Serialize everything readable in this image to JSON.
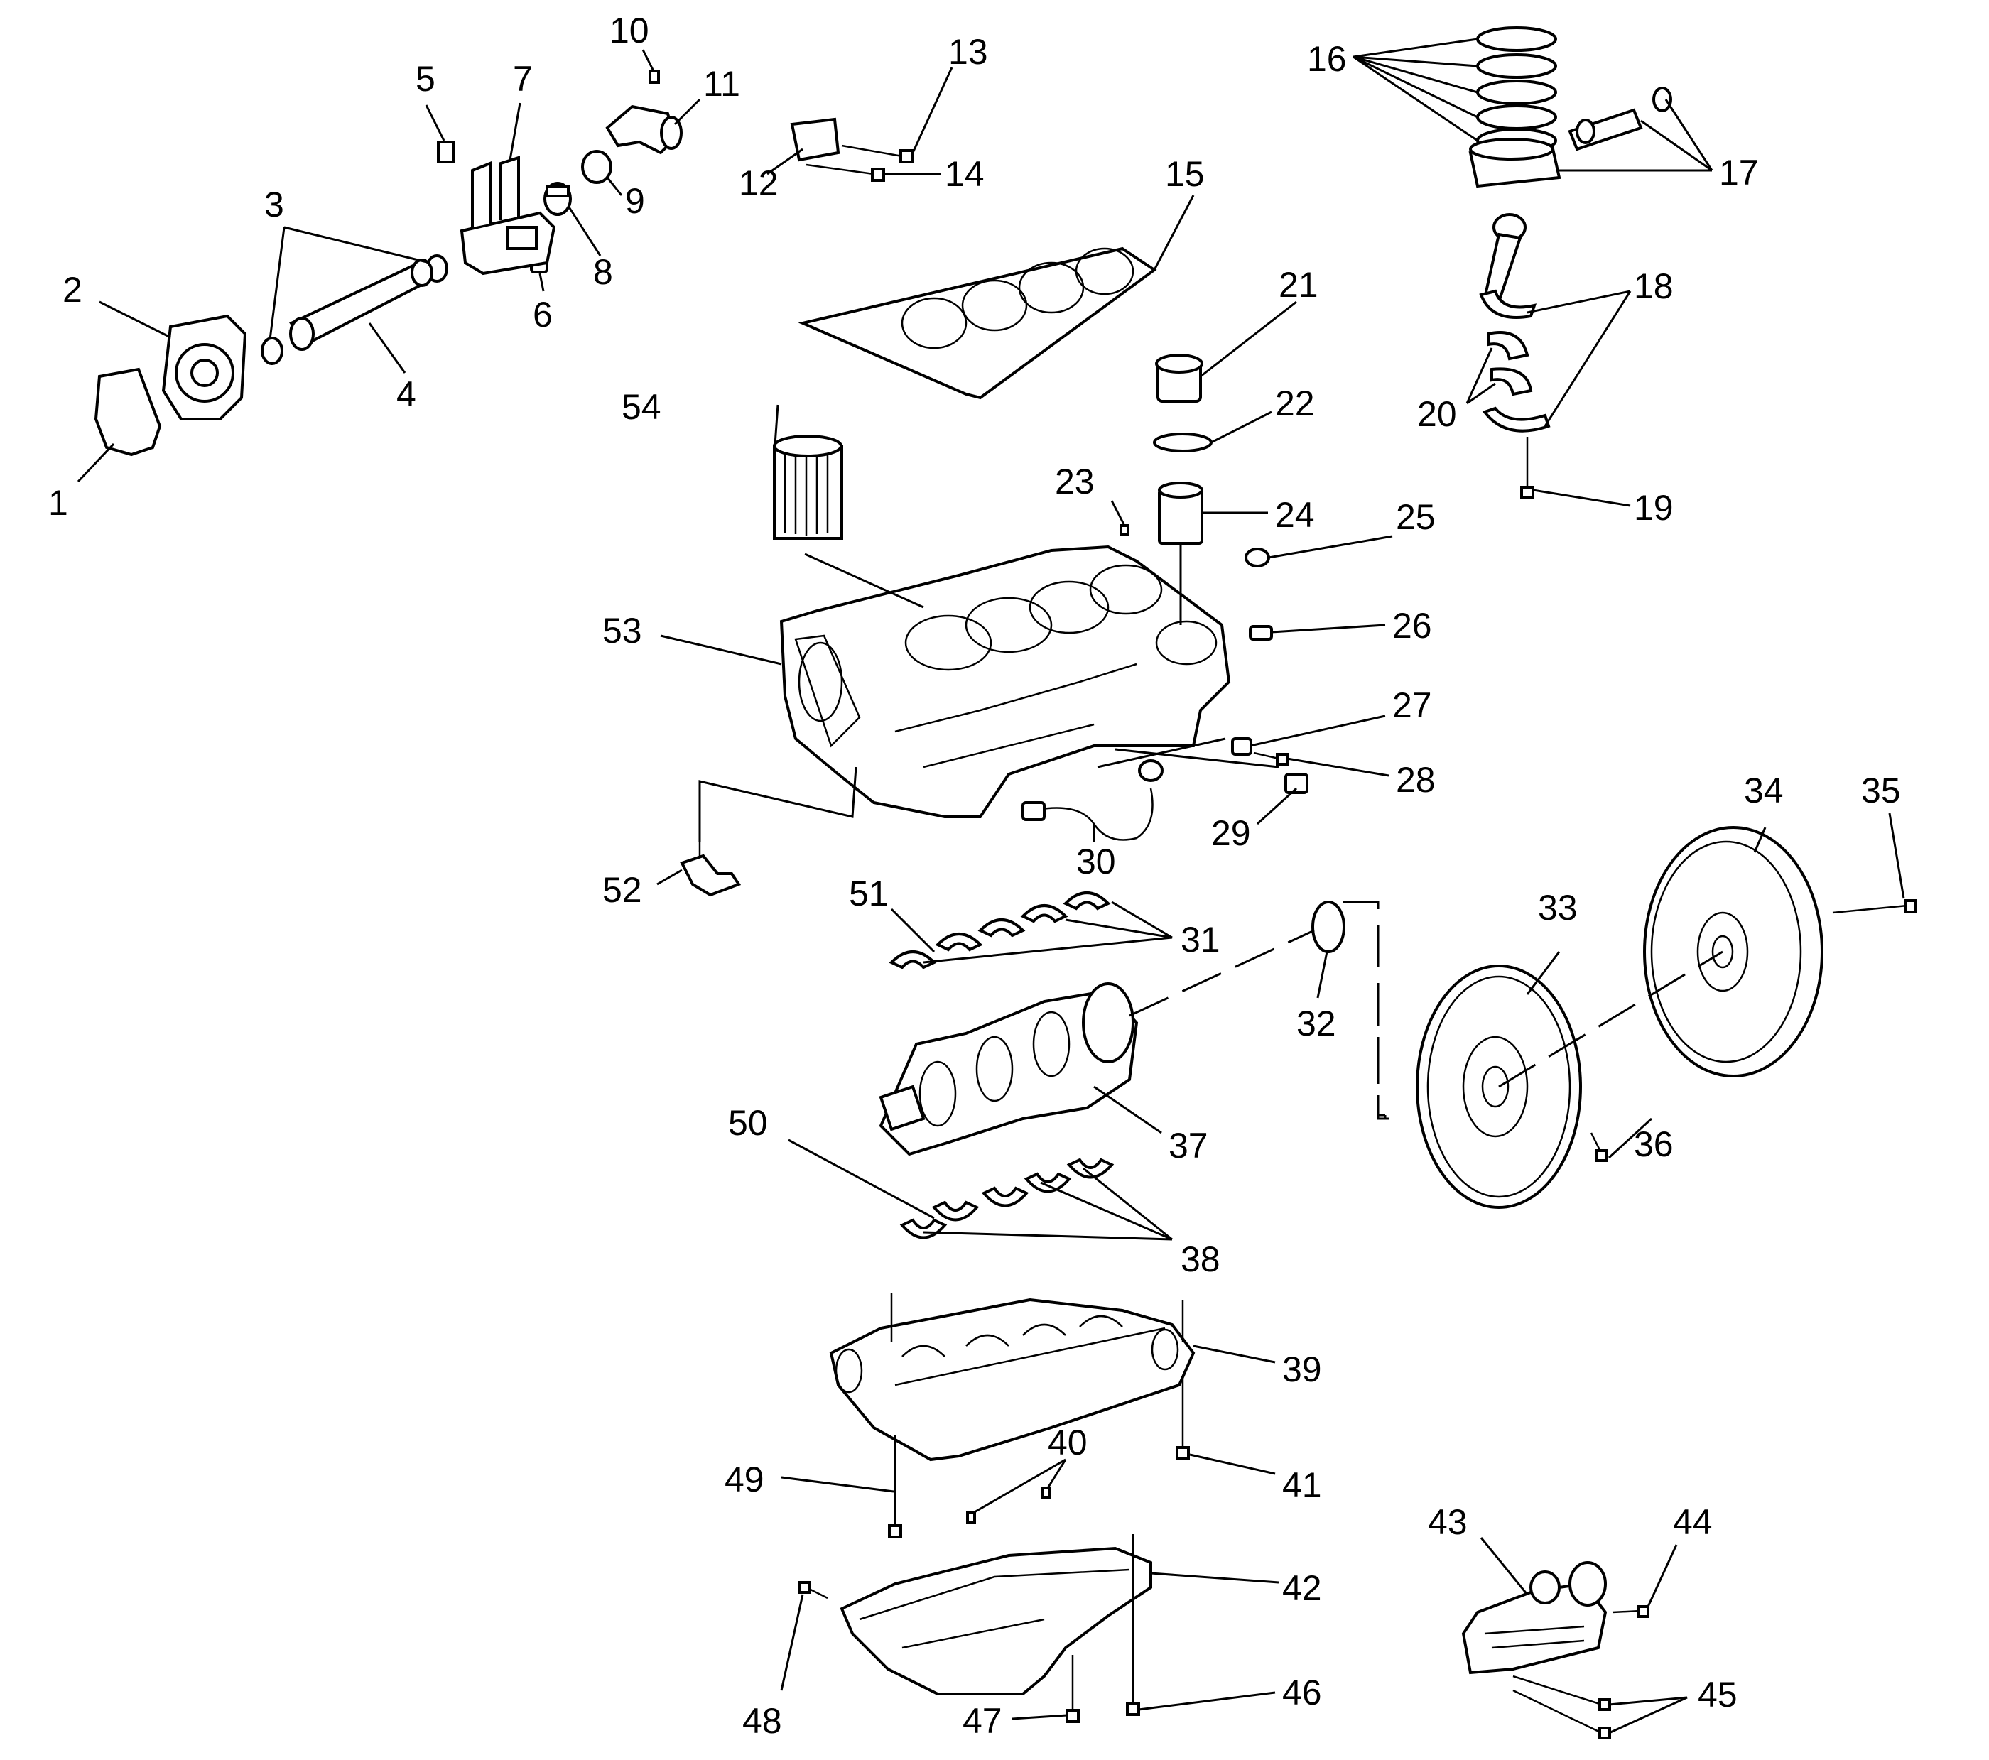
{
  "callouts": [
    "1",
    "2",
    "3",
    "4",
    "5",
    "6",
    "7",
    "8",
    "9",
    "10",
    "11",
    "12",
    "13",
    "14",
    "15",
    "16",
    "17",
    "18",
    "19",
    "20",
    "21",
    "22",
    "23",
    "24",
    "25",
    "26",
    "27",
    "28",
    "29",
    "30",
    "31",
    "32",
    "33",
    "34",
    "35",
    "36",
    "37",
    "38",
    "39",
    "40",
    "41",
    "42",
    "43",
    "44",
    "45",
    "46",
    "47",
    "48",
    "49",
    "50",
    "51",
    "52",
    "53",
    "54"
  ]
}
